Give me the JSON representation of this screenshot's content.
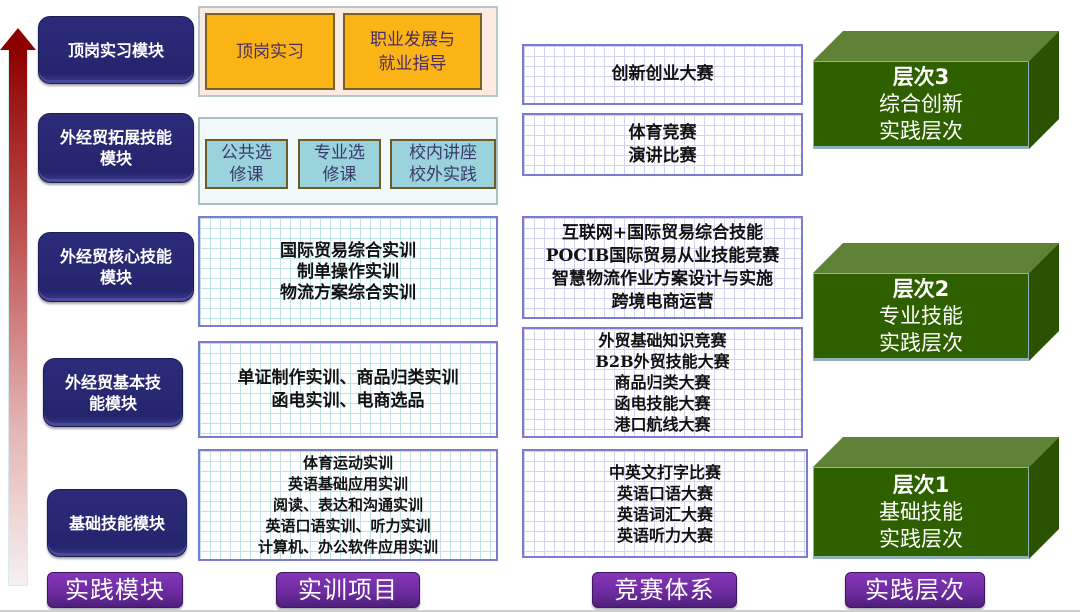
{
  "arrow": {
    "direction": "up",
    "color_top": "#8e0000",
    "color_bottom": "#f6f0f0"
  },
  "modules": [
    {
      "label": "顶岗实习模块"
    },
    {
      "label": "外经贸拓展技能\n模块"
    },
    {
      "label": "外经贸核心技能\n模块"
    },
    {
      "label": "外经贸基本技\n能模块"
    },
    {
      "label": "基础技能模块"
    }
  ],
  "training": {
    "internship": [
      {
        "label": "顶岗实习"
      },
      {
        "label": "职业发展与\n就业指导"
      }
    ],
    "extension": [
      {
        "label": "公共选\n修课"
      },
      {
        "label": "专业选\n修课"
      },
      {
        "label": "校内讲座\n校外实践"
      }
    ],
    "core": {
      "lines": [
        "国际贸易综合实训",
        "制单操作实训",
        "物流方案综合实训"
      ]
    },
    "basic": {
      "lines": [
        "单证制作实训、商品归类实训",
        "函电实训、电商选品"
      ]
    },
    "foundation": {
      "lines": [
        "体育运动实训",
        "英语基础应用实训",
        "阅读、表达和沟通实训",
        "英语口语实训、听力实训",
        "计算机、办公软件应用实训"
      ]
    }
  },
  "competitions": [
    {
      "lines": [
        "创新创业大赛"
      ]
    },
    {
      "lines": [
        "体育竞赛",
        "演讲比赛"
      ]
    },
    {
      "lines": [
        "互联网+国际贸易综合技能",
        "POCIB国际贸易从业技能竞赛",
        "智慧物流作业方案设计与实施",
        "跨境电商运营"
      ]
    },
    {
      "lines": [
        "外贸基础知识竞赛",
        "B2B外贸技能大赛",
        "商品归类大赛",
        "函电技能大赛",
        "港口航线大赛"
      ]
    },
    {
      "lines": [
        "中英文打字比赛",
        "英语口语大赛",
        "英语词汇大赛",
        "英语听力大赛"
      ]
    }
  ],
  "levels": [
    {
      "level": "层次3",
      "line1": "综合创新",
      "line2": "实践层次"
    },
    {
      "level": "层次2",
      "line1": "专业技能",
      "line2": "实践层次"
    },
    {
      "level": "层次1",
      "line1": "基础技能",
      "line2": "实践层次"
    }
  ],
  "column_labels": {
    "modules": "实践模块",
    "training": "实训项目",
    "competitions": "竞赛体系",
    "levels": "实践层次"
  },
  "colors": {
    "module_navy": "#25256e",
    "label_purple": "#6c2b9e",
    "orange": "#fbb416",
    "teal": "#9ad3db",
    "grid_border": "#7b7bd0",
    "level_green": "#2f6000"
  }
}
